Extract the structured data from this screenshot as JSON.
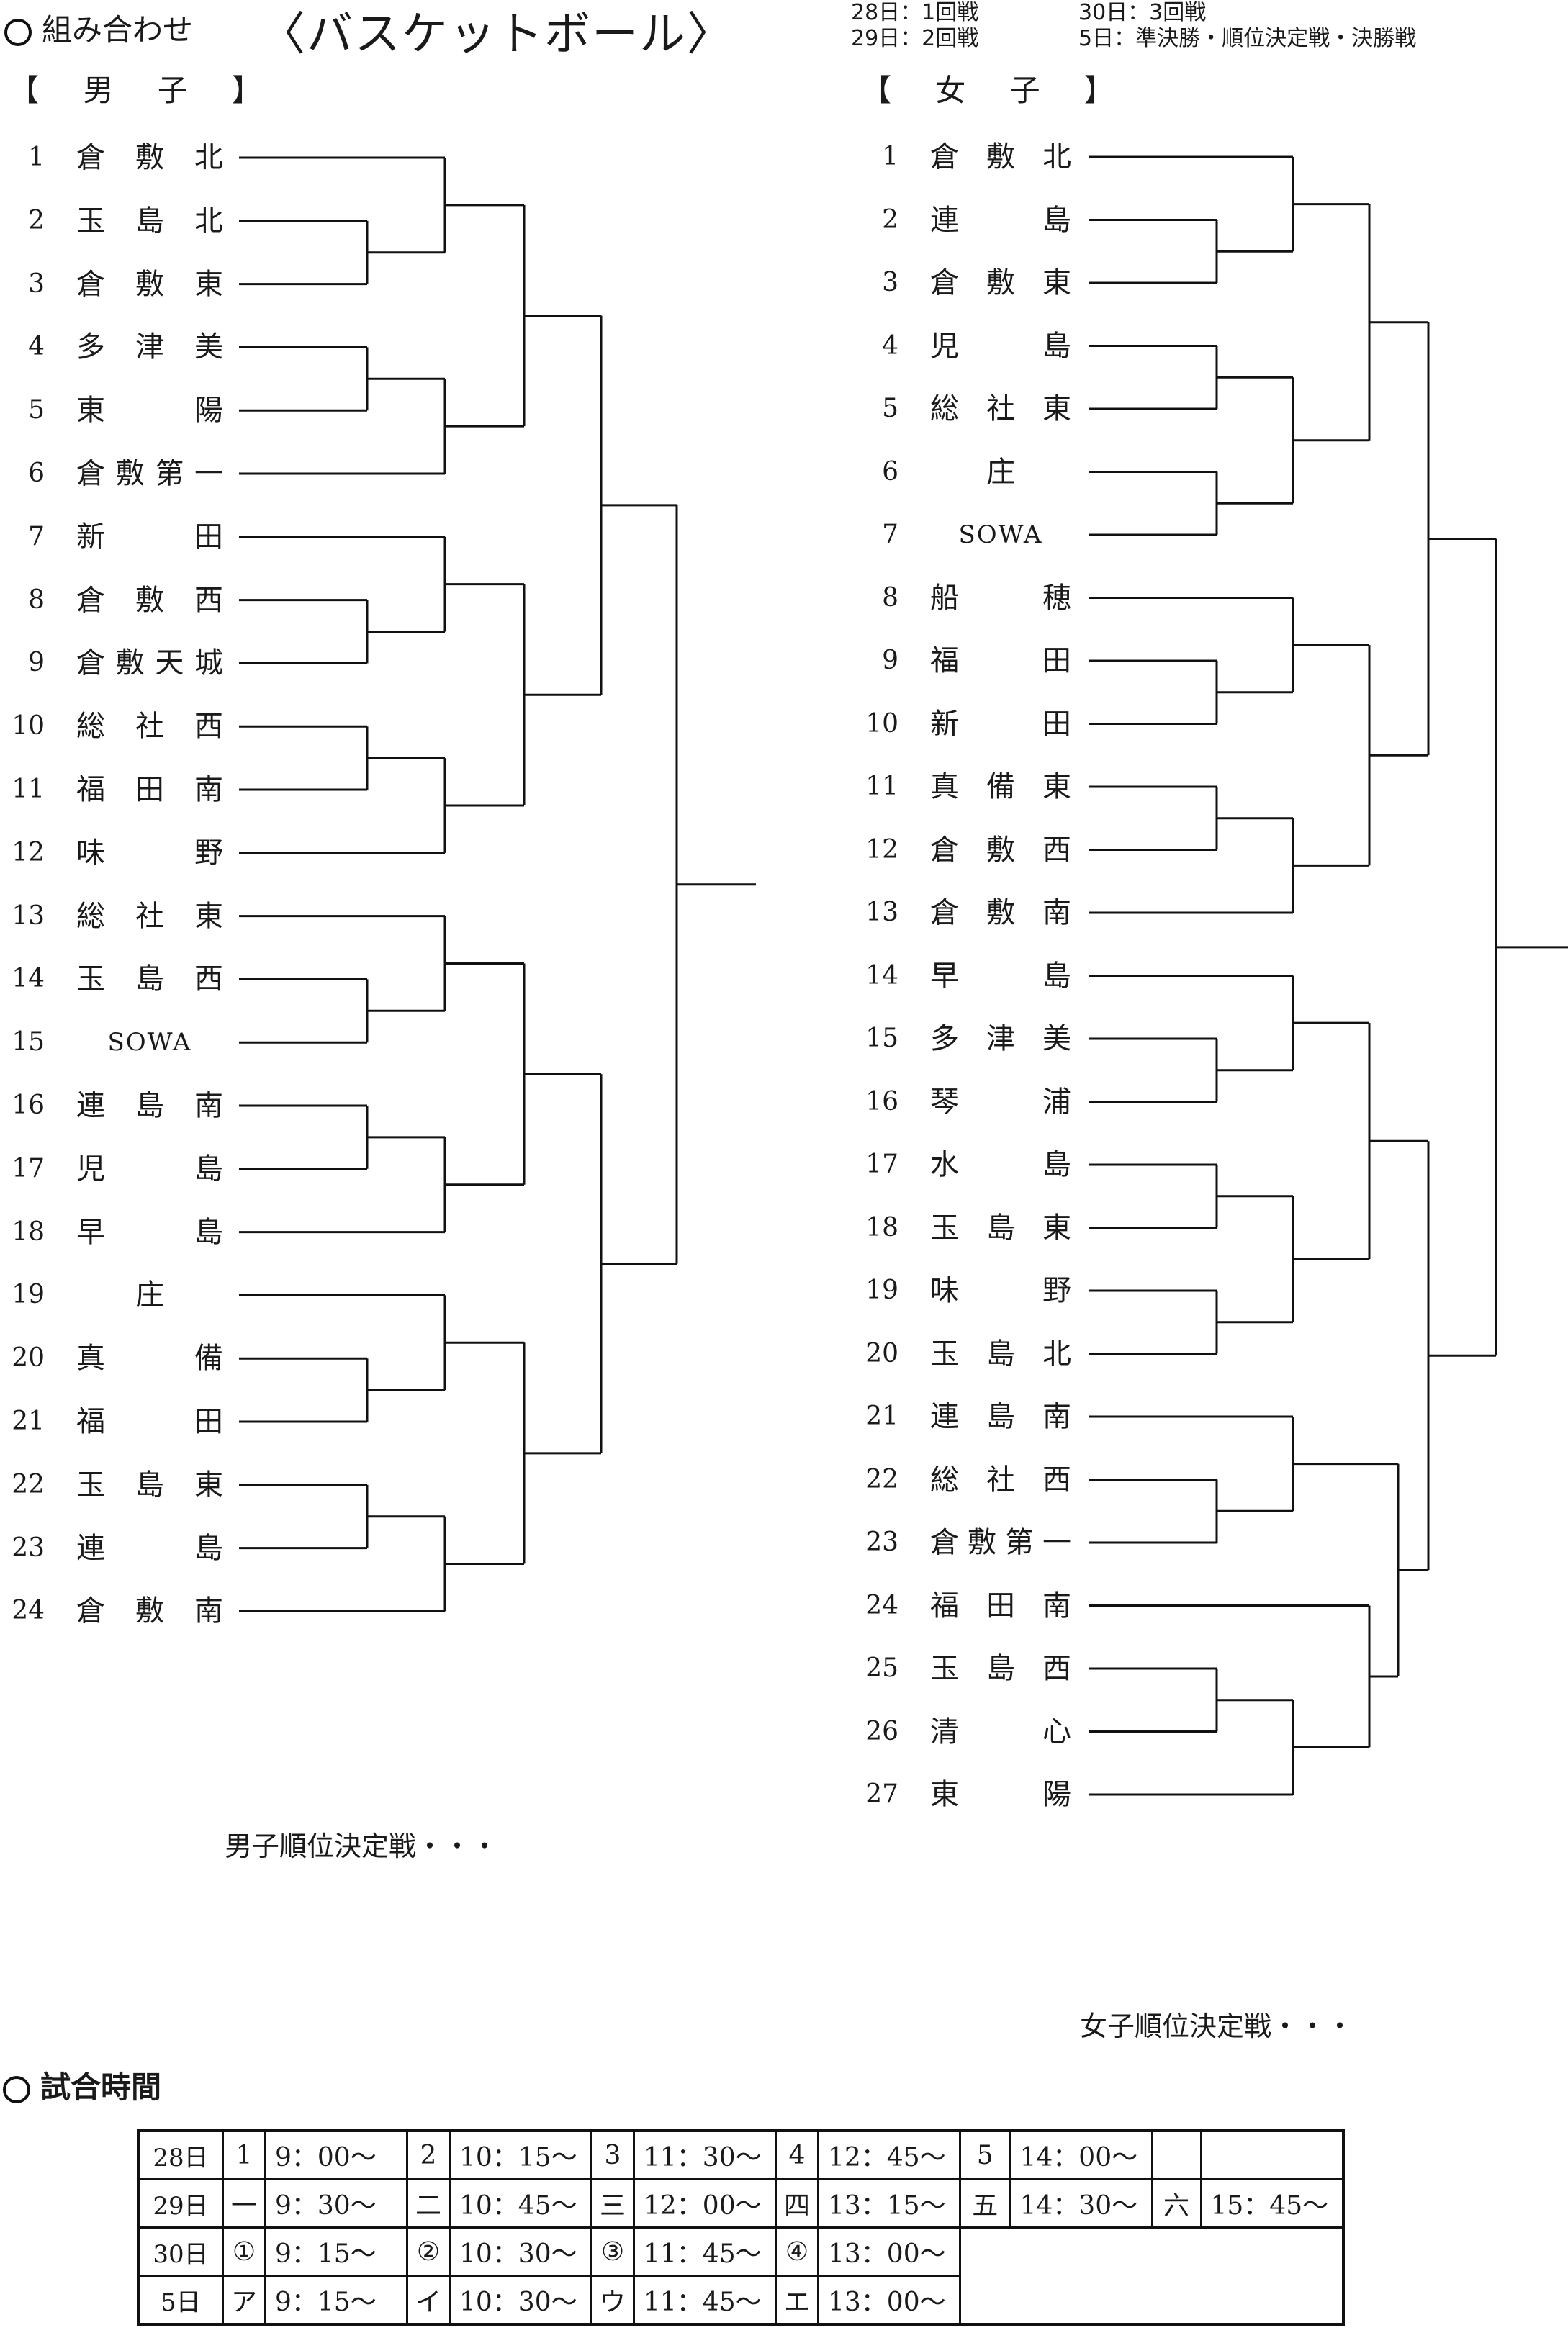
{
  "header": {
    "section_title": "組み合わせ",
    "event_title": "〈バスケットボール〉",
    "schedule": [
      "28日：1回戦",
      "29日：2回戦",
      "30日：3回戦",
      "5日：準決勝・順位決定戦・決勝戦"
    ]
  },
  "boys": {
    "label": "【 男 子 】",
    "teams": [
      {
        "seed": "1",
        "name": [
          "倉",
          "敷",
          "北"
        ]
      },
      {
        "seed": "2",
        "name": [
          "玉",
          "島",
          "北"
        ]
      },
      {
        "seed": "3",
        "name": [
          "倉",
          "敷",
          "東"
        ]
      },
      {
        "seed": "4",
        "name": [
          "多",
          "津",
          "美"
        ]
      },
      {
        "seed": "5",
        "name": [
          "東",
          "陽"
        ]
      },
      {
        "seed": "6",
        "name": [
          "倉",
          "敷",
          "第",
          "一"
        ]
      },
      {
        "seed": "7",
        "name": [
          "新",
          "田"
        ]
      },
      {
        "seed": "8",
        "name": [
          "倉",
          "敷",
          "西"
        ]
      },
      {
        "seed": "9",
        "name": [
          "倉",
          "敷",
          "天",
          "城"
        ]
      },
      {
        "seed": "10",
        "name": [
          "総",
          "社",
          "西"
        ]
      },
      {
        "seed": "11",
        "name": [
          "福",
          "田",
          "南"
        ]
      },
      {
        "seed": "12",
        "name": [
          "味",
          "野"
        ]
      },
      {
        "seed": "13",
        "name": [
          "総",
          "社",
          "東"
        ]
      },
      {
        "seed": "14",
        "name": [
          "玉",
          "島",
          "西"
        ]
      },
      {
        "seed": "15",
        "name": [
          "SOWA"
        ]
      },
      {
        "seed": "16",
        "name": [
          "連",
          "島",
          "南"
        ]
      },
      {
        "seed": "17",
        "name": [
          "児",
          "島"
        ]
      },
      {
        "seed": "18",
        "name": [
          "早",
          "島"
        ]
      },
      {
        "seed": "19",
        "name": [
          "庄"
        ]
      },
      {
        "seed": "20",
        "name": [
          "真",
          "備"
        ]
      },
      {
        "seed": "21",
        "name": [
          "福",
          "田"
        ]
      },
      {
        "seed": "22",
        "name": [
          "玉",
          "島",
          "東"
        ]
      },
      {
        "seed": "23",
        "name": [
          "連",
          "島"
        ]
      },
      {
        "seed": "24",
        "name": [
          "倉",
          "敷",
          "南"
        ]
      }
    ],
    "placement_note": "男子順位決定戦・・・"
  },
  "girls": {
    "label": "【 女 子 】",
    "teams": [
      {
        "seed": "1",
        "name": [
          "倉",
          "敷",
          "北"
        ]
      },
      {
        "seed": "2",
        "name": [
          "連",
          "島"
        ]
      },
      {
        "seed": "3",
        "name": [
          "倉",
          "敷",
          "東"
        ]
      },
      {
        "seed": "4",
        "name": [
          "児",
          "島"
        ]
      },
      {
        "seed": "5",
        "name": [
          "総",
          "社",
          "東"
        ]
      },
      {
        "seed": "6",
        "name": [
          "庄"
        ]
      },
      {
        "seed": "7",
        "name": [
          "SOWA"
        ]
      },
      {
        "seed": "8",
        "name": [
          "船",
          "穂"
        ]
      },
      {
        "seed": "9",
        "name": [
          "福",
          "田"
        ]
      },
      {
        "seed": "10",
        "name": [
          "新",
          "田"
        ]
      },
      {
        "seed": "11",
        "name": [
          "真",
          "備",
          "東"
        ]
      },
      {
        "seed": "12",
        "name": [
          "倉",
          "敷",
          "西"
        ]
      },
      {
        "seed": "13",
        "name": [
          "倉",
          "敷",
          "南"
        ]
      },
      {
        "seed": "14",
        "name": [
          "早",
          "島"
        ]
      },
      {
        "seed": "15",
        "name": [
          "多",
          "津",
          "美"
        ]
      },
      {
        "seed": "16",
        "name": [
          "琴",
          "浦"
        ]
      },
      {
        "seed": "17",
        "name": [
          "水",
          "島"
        ]
      },
      {
        "seed": "18",
        "name": [
          "玉",
          "島",
          "東"
        ]
      },
      {
        "seed": "19",
        "name": [
          "味",
          "野"
        ]
      },
      {
        "seed": "20",
        "name": [
          "玉",
          "島",
          "北"
        ]
      },
      {
        "seed": "21",
        "name": [
          "連",
          "島",
          "南"
        ]
      },
      {
        "seed": "22",
        "name": [
          "総",
          "社",
          "西"
        ]
      },
      {
        "seed": "23",
        "name": [
          "倉",
          "敷",
          "第",
          "一"
        ]
      },
      {
        "seed": "24",
        "name": [
          "福",
          "田",
          "南"
        ]
      },
      {
        "seed": "25",
        "name": [
          "玉",
          "島",
          "西"
        ]
      },
      {
        "seed": "26",
        "name": [
          "清",
          "心"
        ]
      },
      {
        "seed": "27",
        "name": [
          "東",
          "陽"
        ]
      }
    ],
    "placement_note": "女子順位決定戦・・・"
  },
  "times": {
    "title": "試合時間",
    "rows": [
      {
        "day": "28日",
        "slots": [
          [
            "1",
            "9：00～"
          ],
          [
            "2",
            "10：15～"
          ],
          [
            "3",
            "11：30～"
          ],
          [
            "4",
            "12：45～"
          ],
          [
            "5",
            "14：00～"
          ],
          [
            "",
            ""
          ]
        ]
      },
      {
        "day": "29日",
        "slots": [
          [
            "一",
            "9：30～"
          ],
          [
            "二",
            "10：45～"
          ],
          [
            "三",
            "12：00～"
          ],
          [
            "四",
            "13：15～"
          ],
          [
            "五",
            "14：30～"
          ],
          [
            "六",
            "15：45～"
          ]
        ]
      },
      {
        "day": "30日",
        "slots": [
          [
            "①",
            "9：15～"
          ],
          [
            "②",
            "10：30～"
          ],
          [
            "③",
            "11：45～"
          ],
          [
            "④",
            "13：00～"
          ]
        ]
      },
      {
        "day": "5日",
        "slots": [
          [
            "ア",
            "9：15～"
          ],
          [
            "イ",
            "10：30～"
          ],
          [
            "ウ",
            "11：45～"
          ],
          [
            "エ",
            "13：00～"
          ]
        ]
      }
    ]
  }
}
